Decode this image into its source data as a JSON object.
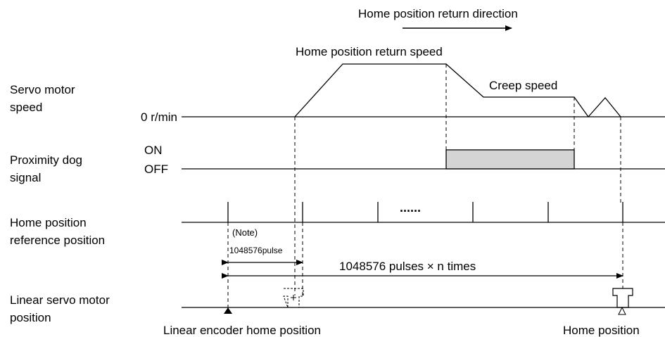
{
  "direction": {
    "label": "Home position return direction"
  },
  "speed_labels": {
    "return_speed": "Home position return speed",
    "creep_speed": "Creep speed",
    "zero": "0 r/min"
  },
  "rows": {
    "motor_speed": {
      "line1": "Servo motor",
      "line2": "speed"
    },
    "dog_signal": {
      "line1": "Proximity dog",
      "line2": "signal",
      "on": "ON",
      "off": "OFF"
    },
    "reference": {
      "line1": "Home position",
      "line2": "reference position",
      "dots": "......"
    },
    "linear_position": {
      "line1": "Linear servo motor",
      "line2": "position"
    }
  },
  "annotations": {
    "note": "(Note)",
    "first_pulse": "1048576pulse",
    "pulses_times": "1048576 pulses × n times",
    "encoder_home": "Linear encoder home position",
    "home_position": "Home position"
  }
}
